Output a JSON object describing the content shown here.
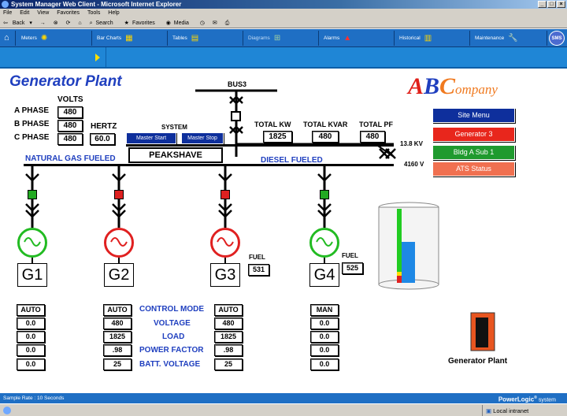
{
  "window": {
    "title": "System Manager Web Client - Microsoft Internet Explorer"
  },
  "menu": [
    "File",
    "Edit",
    "View",
    "Favorites",
    "Tools",
    "Help"
  ],
  "toolbar": {
    "back": "Back",
    "forward": "→",
    "search": "Search",
    "favorites": "Favorites",
    "media": "Media"
  },
  "nav": {
    "tabs": [
      {
        "label": "Meters",
        "icon": "meter-icon"
      },
      {
        "label": "Bar Charts",
        "icon": "bar-chart-icon"
      },
      {
        "label": "Tables",
        "icon": "table-icon"
      },
      {
        "label": "Diagrams",
        "icon": "diagram-icon",
        "active": true
      },
      {
        "label": "Alarms",
        "icon": "alarm-icon"
      },
      {
        "label": "Historical",
        "icon": "historical-icon"
      },
      {
        "label": "Maintenance",
        "icon": "wrench-icon"
      }
    ],
    "badge": "SMS"
  },
  "diagram": {
    "title": "Generator Plant",
    "logo": {
      "a": "A",
      "b": "B",
      "c": "C",
      "rest": "ompany"
    },
    "bus": "BUS3",
    "volts_label": "VOLTS",
    "phases": [
      {
        "label": "A PHASE",
        "value": "480"
      },
      {
        "label": "B PHASE",
        "value": "480"
      },
      {
        "label": "C PHASE",
        "value": "480"
      }
    ],
    "hertz_label": "HERTZ",
    "hertz_value": "60.0",
    "system_label": "SYSTEM",
    "master_start": "Master Start",
    "master_stop": "Master Stop",
    "mode": "PEAKSHAVE",
    "totals": [
      {
        "label": "TOTAL KW",
        "value": "1825"
      },
      {
        "label": "TOTAL KVAR",
        "value": "480"
      },
      {
        "label": "TOTAL PF",
        "value": "480"
      }
    ],
    "kv1": "13.8 KV",
    "kv2": "4160 V",
    "natural_gas": "NATURAL GAS FUELED",
    "diesel": "DIESEL FUELED",
    "side_buttons": [
      {
        "label": "Site Menu",
        "color": "#0e2f9c"
      },
      {
        "label": "Generator 3",
        "color": "#e8261c"
      },
      {
        "label": "Bldg A Sub 1",
        "color": "#1f9a2e"
      },
      {
        "label": "ATS Status",
        "color": "#f07050"
      }
    ],
    "generators": [
      {
        "name": "G1",
        "color": "#22bb22",
        "breaker": "#22aa22"
      },
      {
        "name": "G2",
        "color": "#e02020",
        "breaker": "#dd2020"
      },
      {
        "name": "G3",
        "color": "#e02020",
        "breaker": "#dd2020"
      },
      {
        "name": "G4",
        "color": "#22bb22",
        "breaker": "#22aa22"
      }
    ],
    "fuel_label": "FUEL",
    "fuel_g3": "531",
    "fuel_g4": "525",
    "tank": {
      "level": 0.55
    },
    "row_labels": [
      "CONTROL MODE",
      "VOLTAGE",
      "LOAD",
      "POWER FACTOR",
      "BATT. VOLTAGE"
    ],
    "g1_vals": [
      "AUTO",
      "0.0",
      "0.0",
      "0.0",
      "0.0"
    ],
    "g2_vals": [
      "AUTO",
      "480",
      "1825",
      ".98",
      "25"
    ],
    "g3_vals": [
      "AUTO",
      "480",
      "1825",
      ".98",
      "25"
    ],
    "g4_vals": [
      "MAN",
      "0.0",
      "0.0",
      "0.0",
      "0.0"
    ],
    "plant_label": "Generator Plant"
  },
  "status": {
    "sample_rate": "Sample Rate : 10 Seconds",
    "brand": "PowerLogic",
    "brand_sup": "®",
    "brand_rest": " system",
    "zone": "Local intranet"
  }
}
